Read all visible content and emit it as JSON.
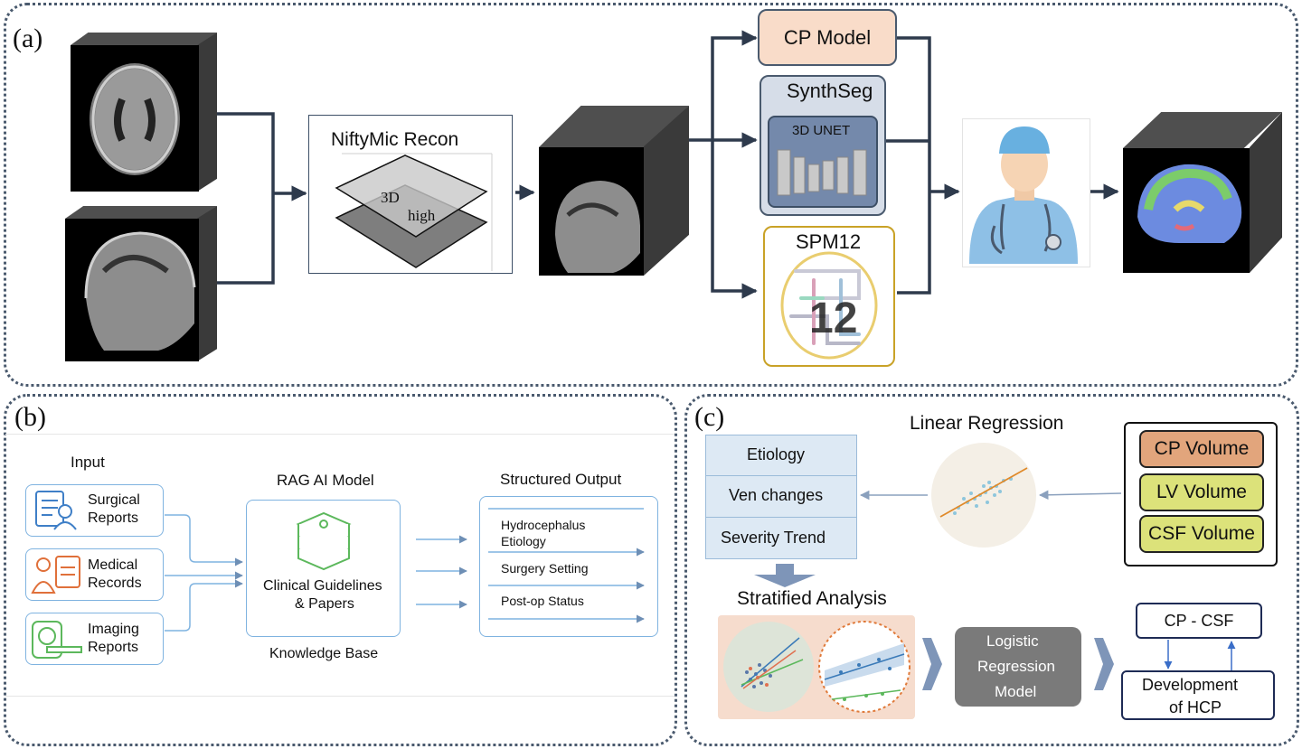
{
  "panels": {
    "a": "(a)",
    "b": "(b)",
    "c": "(c)"
  },
  "panel_a": {
    "recon_title": "NiftyMic Recon",
    "recon_plane_text_1": "3D",
    "recon_plane_text_2": "high",
    "cp_model": "CP Model",
    "synthseg": "SynthSeg",
    "unet": "3D UNET",
    "spm12": "SPM12"
  },
  "panel_b": {
    "input_title": "Input",
    "inputs": [
      {
        "line1": "Surgical",
        "line2": "Reports",
        "icon": "report-person-icon"
      },
      {
        "line1": "Medical",
        "line2": "Records",
        "icon": "nurse-record-icon"
      },
      {
        "line1": "Imaging",
        "line2": "Reports",
        "icon": "mri-scanner-icon"
      }
    ],
    "model_title": "RAG AI Model",
    "model_line1": "Clinical Guidelines",
    "model_line2": "& Papers",
    "knowledge_base": "Knowledge Base",
    "output_title": "Structured Output",
    "outputs": [
      "Hydrocephalus",
      "Etiology",
      "Surgery Setting",
      "Post-op Status"
    ]
  },
  "panel_c": {
    "linear_regression": "Linear Regression",
    "factors": [
      "Etiology",
      "Ven changes",
      "Severity Trend"
    ],
    "volumes": [
      "CP Volume",
      "LV Volume",
      "CSF Volume"
    ],
    "volume_colors": [
      "#e2a57c",
      "#dce27a",
      "#dce27a"
    ],
    "stratified": "Stratified Analysis",
    "logistic_1": "Logistic",
    "logistic_2": "Regression",
    "logistic_3": "Model",
    "cp_csf": "CP - CSF",
    "dev_1": "Development",
    "dev_2": "of HCP"
  }
}
